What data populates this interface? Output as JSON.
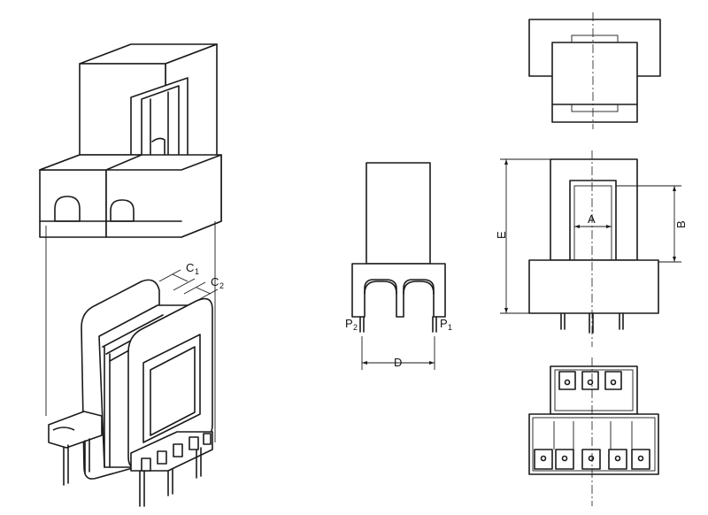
{
  "labels": {
    "c1": "C",
    "c1_sub": "1",
    "c2": "C",
    "c2_sub": "2",
    "p1": "P",
    "p1_sub": "1",
    "p2": "P",
    "p2_sub": "2",
    "d": "D",
    "a": "A",
    "b": "B",
    "e": "E"
  },
  "colors": {
    "line": "#1a1a1a",
    "background": "#ffffff"
  }
}
